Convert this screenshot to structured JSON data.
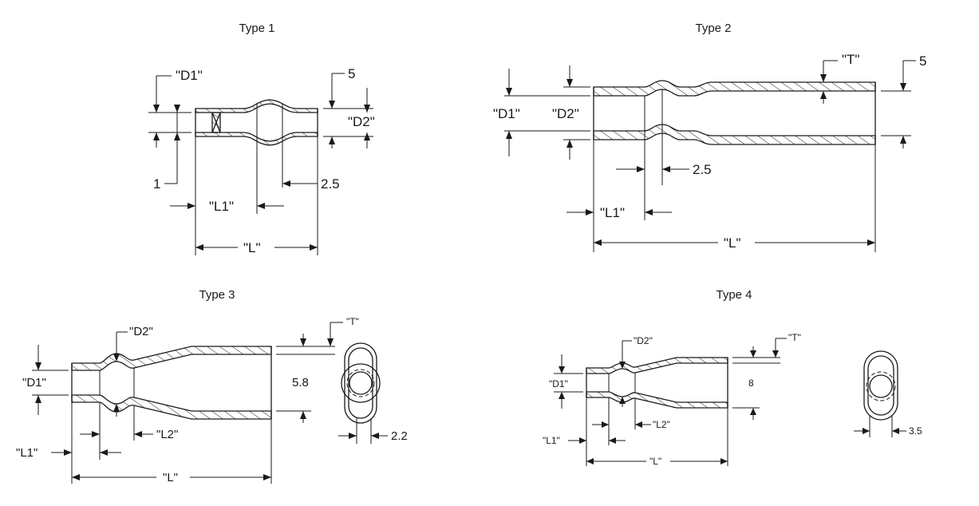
{
  "type1": {
    "title": "Type 1",
    "d1": "\"D1\"",
    "d2": "\"D2\"",
    "l1": "\"L1\"",
    "l": "\"L\"",
    "dim_5": "5",
    "dim_1": "1",
    "dim_2_5": "2.5"
  },
  "type2": {
    "title": "Type 2",
    "d1": "\"D1\"",
    "d2": "\"D2\"",
    "t": "\"T\"",
    "l1": "\"L1\"",
    "l": "\"L\"",
    "dim_5": "5",
    "dim_2_5": "2.5"
  },
  "type3": {
    "title": "Type 3",
    "d1": "\"D1\"",
    "d2": "\"D2\"",
    "t": "\"T\"",
    "l1": "\"L1\"",
    "l2": "\"L2\"",
    "l": "\"L\"",
    "dim_5_8": "5.8",
    "dim_2_2": "2.2"
  },
  "type4": {
    "title": "Type 4",
    "d1": "\"D1\"",
    "d2": "\"D2\"",
    "t": "\"T\"",
    "l1": "\"L1\"",
    "l2": "\"L2\"",
    "l": "\"L\"",
    "dim_8": "8",
    "dim_3_5": "3.5"
  }
}
